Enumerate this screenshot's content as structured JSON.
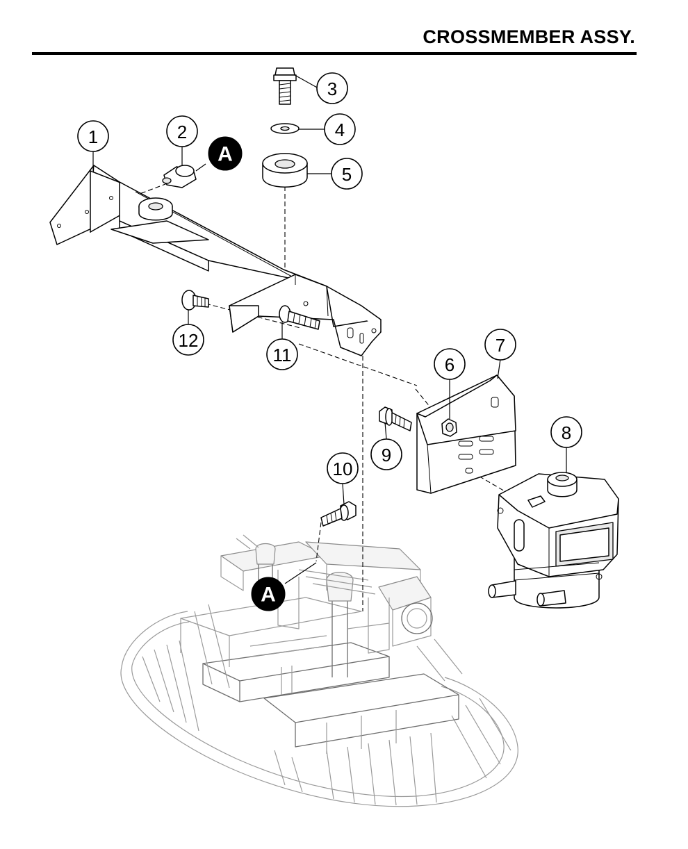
{
  "header": {
    "title": "CROSSMEMBER ASSY."
  },
  "callouts": [
    {
      "label": "1"
    },
    {
      "label": "2"
    },
    {
      "label": "3"
    },
    {
      "label": "4"
    },
    {
      "label": "5"
    },
    {
      "label": "6"
    },
    {
      "label": "7"
    },
    {
      "label": "8"
    },
    {
      "label": "9"
    },
    {
      "label": "10"
    },
    {
      "label": "11"
    },
    {
      "label": "12"
    }
  ],
  "references": [
    {
      "label": "A"
    },
    {
      "label": "A"
    }
  ]
}
